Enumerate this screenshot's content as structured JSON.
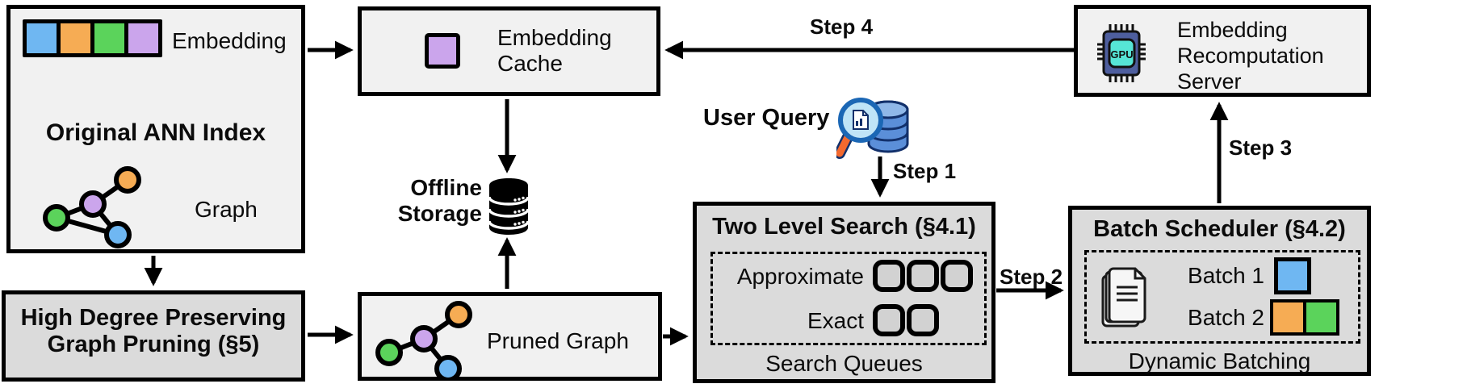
{
  "colors": {
    "blue": "#6FB7F2",
    "orange": "#F6AC54",
    "green": "#5BD35B",
    "purple": "#CBA5EC",
    "box-light": "#F1F1F1",
    "box-dark": "#DBDBDB",
    "slot-fill": "#D2D2D2"
  },
  "original_index": {
    "embedding_label": "Embedding",
    "title": "Original ANN Index",
    "graph_label": "Graph"
  },
  "embedding_cache": {
    "line1": "Embedding",
    "line2": "Cache"
  },
  "offline_storage": {
    "line1": "Offline",
    "line2": "Storage"
  },
  "graph_pruning": {
    "line1": "High Degree Preserving",
    "line2": "Graph Pruning (§5)"
  },
  "pruned_graph": {
    "label": "Pruned Graph"
  },
  "user_query": {
    "label": "User Query"
  },
  "two_level_search": {
    "title": "Two Level Search (§4.1)",
    "approximate_label": "Approximate",
    "exact_label": "Exact",
    "approximate_slots": 3,
    "exact_slots": 2,
    "footer": "Search Queues"
  },
  "batch_scheduler": {
    "title": "Batch Scheduler (§4.2)",
    "batch1_label": "Batch 1",
    "batch2_label": "Batch 2",
    "footer": "Dynamic Batching"
  },
  "recomputation_server": {
    "line1": "Embedding",
    "line2": "Recomputation",
    "line3": "Server",
    "gpu_text": "GPU"
  },
  "steps": {
    "step1": "Step 1",
    "step2": "Step 2",
    "step3": "Step 3",
    "step4": "Step 4"
  }
}
